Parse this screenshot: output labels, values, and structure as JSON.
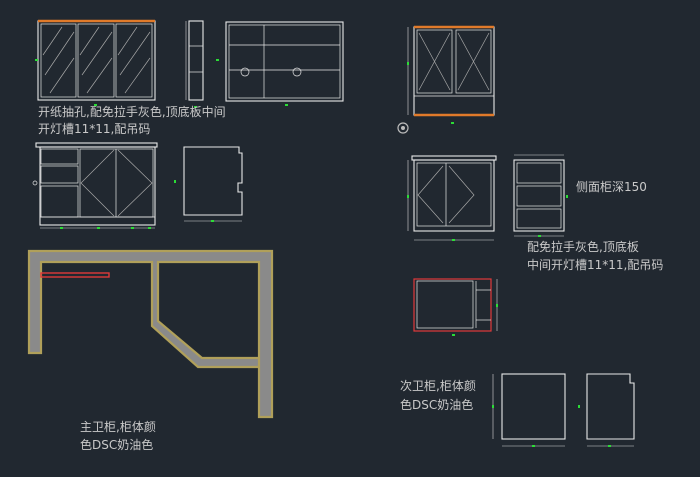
{
  "colors": {
    "background": "#212830",
    "line": "#e8e8e8",
    "text": "#c9c9c9",
    "accent_orange": "#e07a2a",
    "wall_yellow": "#b0a05a",
    "wall_fill": "#8a8a8a",
    "red_outline": "#e03a3a",
    "dimension_green": "#2bdc36"
  },
  "notes": {
    "note_1_line1": "开纸抽孔,配免拉手灰色,顶底板中间",
    "note_1_line2": "开灯槽11*11,配吊码",
    "note_2": "侧面柜深150",
    "note_3_line1": "配免拉手灰色,顶底板",
    "note_3_line2": "中间开灯槽11*11,配吊码",
    "note_4_line1": "次卫柜,柜体颜",
    "note_4_line2": "色DSC奶油色",
    "note_5_line1": "主卫柜,柜体颜",
    "note_5_line2": "色DSC奶油色"
  }
}
